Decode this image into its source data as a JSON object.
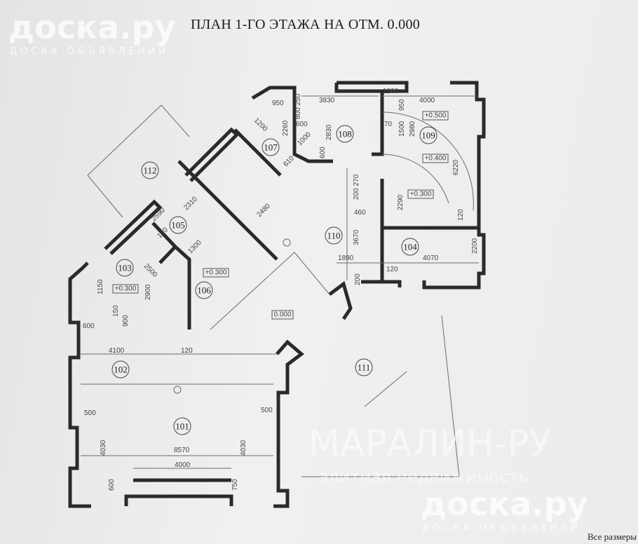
{
  "title": "ПЛАН 1-ГО ЭТАЖА НА ОТМ. 0.000",
  "footer_note": "Все размеры",
  "watermarks": {
    "logo": "доска.ру",
    "logo_sub": "ДОСКА ОБЪЯВЛЕНИЙ",
    "center": "МАРАЛИН-РУ",
    "center_sub": "элитная недвижимость"
  },
  "rooms": [
    "101",
    "102",
    "103",
    "104",
    "105",
    "106",
    "107",
    "108",
    "109",
    "110",
    "111",
    "112"
  ],
  "levels": [
    "+0.500",
    "+0.400",
    "+0.300",
    "+0.300",
    "+0.300",
    "0.000"
  ],
  "dimensions": [
    "4100",
    "120",
    "8570",
    "4000",
    "4030",
    "4030",
    "500",
    "500",
    "600",
    "900",
    "150",
    "2500",
    "2900",
    "1150",
    "750",
    "600",
    "1890",
    "4070",
    "120",
    "2200",
    "6220",
    "120",
    "4000",
    "1200",
    "950",
    "2980",
    "1500",
    "2290",
    "460",
    "3670",
    "200 270",
    "3830",
    "2830",
    "2260",
    "1200",
    "950",
    "600",
    "1000",
    "610",
    "2480",
    "2310",
    "2590",
    "1300",
    "120",
    "200",
    "70",
    "600",
    "800 250"
  ]
}
